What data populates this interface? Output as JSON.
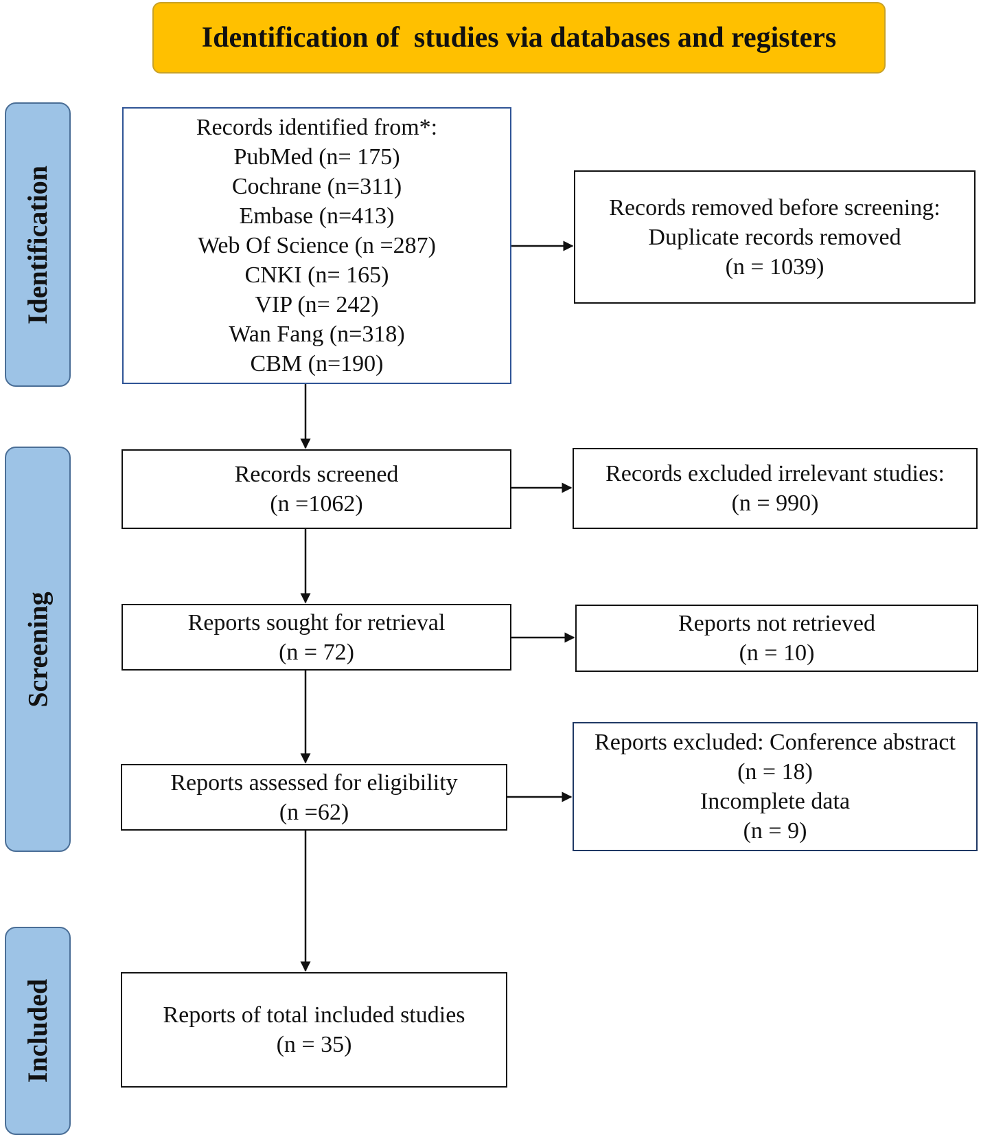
{
  "header": {
    "title": "Identification of  studies via databases and registers"
  },
  "phases": {
    "identification": "Identification",
    "screening": "Screening",
    "included": "Included"
  },
  "identification": {
    "records_identified": {
      "heading": "Records identified from*:",
      "sources": [
        "PubMed (n= 175)",
        "Cochrane (n=311)",
        "Embase (n=413)",
        "Web Of Science (n =287)",
        "CNKI (n= 165)",
        "VIP (n= 242)",
        "Wan Fang (n=318)",
        "CBM (n=190)"
      ]
    },
    "records_removed": {
      "line1": "Records removed before screening:",
      "line2": "Duplicate records removed",
      "line3": "(n = 1039)"
    }
  },
  "screening": {
    "records_screened": {
      "line1": "Records screened",
      "line2": "(n =1062)"
    },
    "records_excluded": {
      "line1": "Records excluded irrelevant studies:",
      "line2": "(n = 990)"
    },
    "reports_sought": {
      "line1": "Reports sought for retrieval",
      "line2": "(n = 72)"
    },
    "reports_not_retrieved": {
      "line1": "Reports not retrieved",
      "line2": "(n = 10)"
    },
    "reports_assessed": {
      "line1": "Reports assessed for eligibility",
      "line2": "(n =62)"
    },
    "reports_excluded": {
      "line1": "Reports excluded: Conference abstract",
      "line2": "(n = 18)",
      "line3": "Incomplete data",
      "line4": "(n = 9)"
    }
  },
  "included": {
    "reports_included": {
      "line1": "Reports of total included studies",
      "line2": "(n = 35)"
    }
  }
}
